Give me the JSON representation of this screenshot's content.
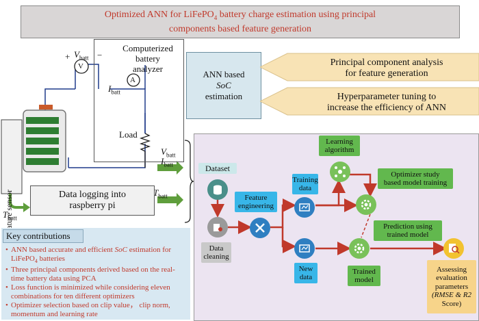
{
  "title": {
    "line1_prefix": "Optimized ANN for LiFePO",
    "line1_sub": "4",
    "line1_suffix": " battery charge estimation using principal",
    "line2": "components based feature generation"
  },
  "circuit": {
    "plus": "+",
    "minus": "−",
    "v_batt_main": "V",
    "v_batt_sub": "batt",
    "voltmeter": "V",
    "ammeter": "A",
    "i_batt_main": "I",
    "i_batt_sub": "batt",
    "analyzer_line1": "Computerized",
    "analyzer_line2": "battery",
    "analyzer_line3": "analyzer",
    "load": "Load",
    "temp_sensor": "Temperature sensor",
    "t_batt_main": "T",
    "t_batt_sub": "batt",
    "out_v_main": "V",
    "out_v_sub": "batt",
    "out_i_main": "I",
    "out_i_sub": "batt",
    "out_t_main": "T",
    "out_t_sub": "batt",
    "data_logging_line1": "Data logging into",
    "data_logging_line2": "raspberry pi"
  },
  "ann": {
    "line1": "ANN based",
    "line2": "SoC",
    "line3": "estimation",
    "arrow1_line1": "Principal component analysis",
    "arrow1_line2": "for feature generation",
    "arrow2_line1": "Hyperparameter tuning to",
    "arrow2_line2": "increase the efficiency of ANN"
  },
  "key": {
    "heading": "Key contributions",
    "items": [
      {
        "prefix": "ANN based accurate and efficient ",
        "em": "SoC",
        "suffix": " estimation for",
        "line2_prefix": "LiFePO",
        "line2_sub": "4",
        "line2_suffix": " batteries"
      },
      {
        "text1": "Three principal components derived based on the real-",
        "text2": "time battery data using PCA"
      },
      {
        "text1": "Loss function is minimized while considering eleven",
        "text2": "combinations for ten different optimizers"
      },
      {
        "text1": "Optimizer selection based on clip value， clip norm,",
        "text2": "momentum and learning rate"
      }
    ]
  },
  "flow": {
    "dataset": "Dataset",
    "data_cleaning_1": "Data",
    "data_cleaning_2": "cleaning",
    "feature_eng_1": "Feature",
    "feature_eng_2": "engineering",
    "training_data_1": "Training",
    "training_data_2": "data",
    "new_data_1": "New",
    "new_data_2": "data",
    "learning_alg_1": "Learning",
    "learning_alg_2": "algorithm",
    "optimizer_1": "Optimizer study",
    "optimizer_2": "based model training",
    "prediction_1": "Prediction using",
    "prediction_2": "trained model",
    "trained_model_1": "Trained",
    "trained_model_2": "model",
    "assess_1": "Assessing",
    "assess_2": "evaluation",
    "assess_3": "parameters",
    "assess_4": "(RMSE & R2",
    "assess_5": "Score)"
  },
  "colors": {
    "title_red": "#c0392b",
    "flow_arrow": "#c0392b",
    "green_arrow": "#5f9e3c",
    "wire_blue": "#1f3a8a",
    "chip_blue": "#38b6e8",
    "chip_green": "#62b84e"
  }
}
